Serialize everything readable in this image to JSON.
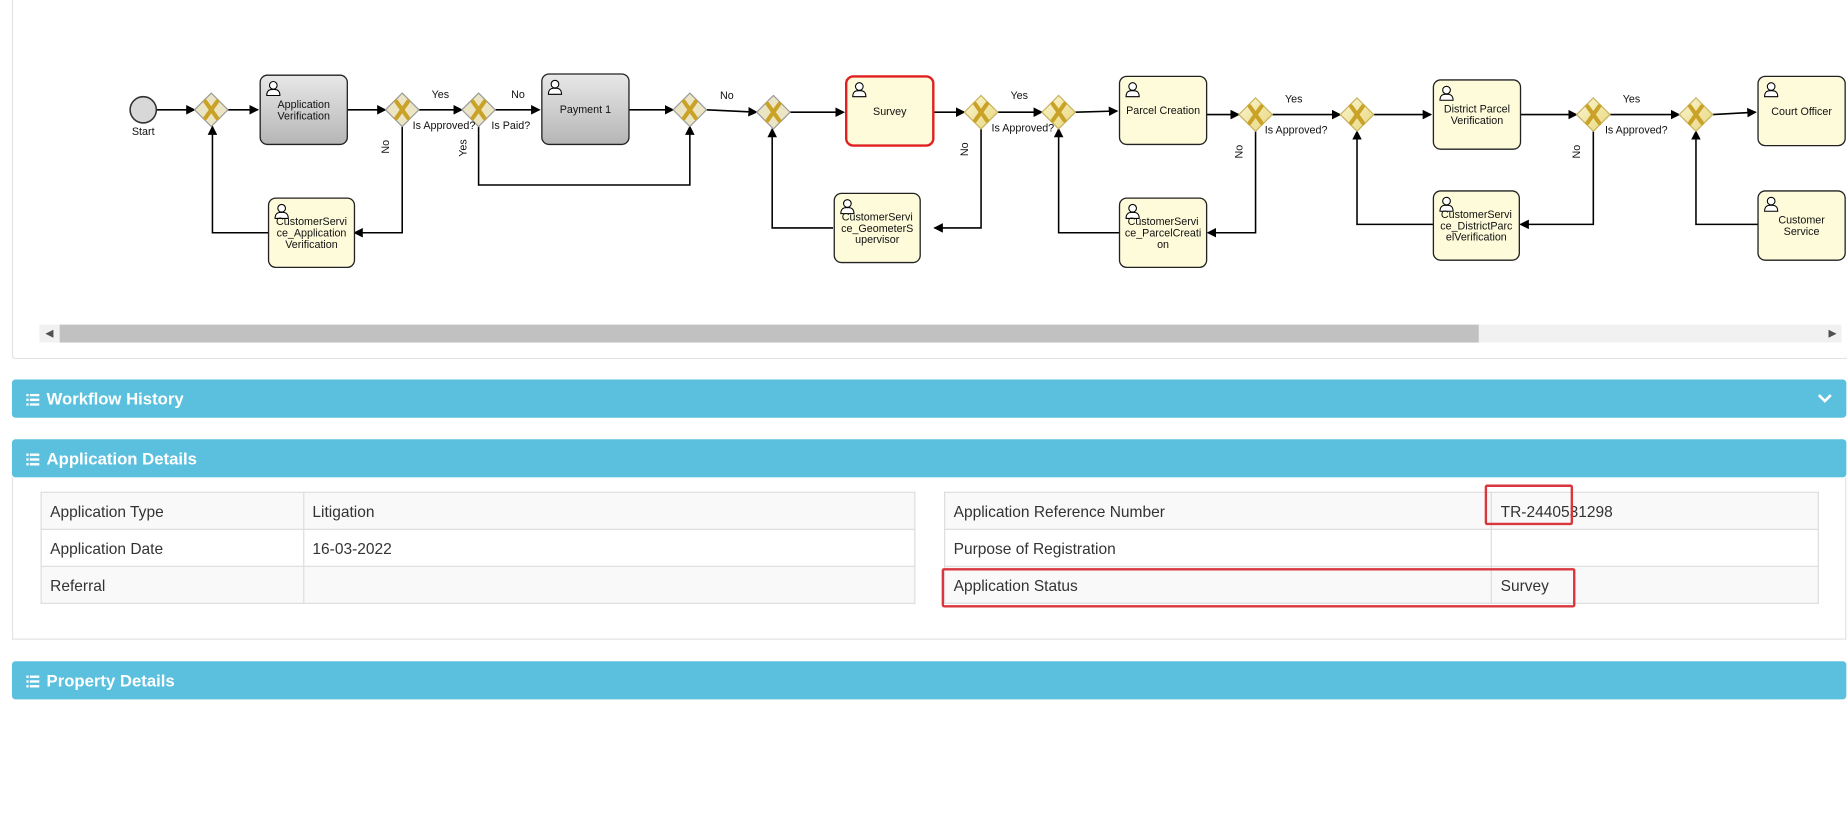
{
  "diagram": {
    "start_label": "Start",
    "tasks": {
      "app_verification": [
        "Application",
        "Verification"
      ],
      "payment": [
        "Payment 1"
      ],
      "survey": [
        "Survey"
      ],
      "parcel_creation": [
        "Parcel Creation"
      ],
      "district_verification": [
        "District Parcel",
        "Verification"
      ],
      "court_officer": [
        "Court Officer"
      ],
      "cs_app_verification": [
        "CustomerServi",
        "ce_Application",
        "Verification"
      ],
      "cs_geometer": [
        "CustomerServi",
        "ce_GeometerS",
        "upervisor"
      ],
      "cs_parcel": [
        "CustomerServi",
        "ce_ParcelCreati",
        "on"
      ],
      "cs_district": [
        "CustomerServi",
        "ce_DistrictParc",
        "elVerification"
      ],
      "customer_service": [
        "Customer",
        "Service"
      ]
    },
    "labels": {
      "yes": "Yes",
      "no": "No",
      "is_approved": "Is Approved?",
      "is_paid": "Is Paid?"
    },
    "colors": {
      "active_task_border": "#e02020",
      "gateway_fill": "#f4e9a6",
      "gateway_x": "#c9a227"
    }
  },
  "workflow_history": {
    "title": "Workflow History",
    "icon": "list-icon",
    "toggle_icon": "chevron-down-icon"
  },
  "application_details": {
    "title": "Application Details",
    "left_rows": [
      {
        "label": "Application Type",
        "value": "Litigation"
      },
      {
        "label": "Application Date",
        "value": "16-03-2022"
      },
      {
        "label": "Referral",
        "value": ""
      }
    ],
    "right_rows": [
      {
        "label": "Application Reference Number",
        "value": "TR-2440531298"
      },
      {
        "label": "Purpose of Registration",
        "value": ""
      },
      {
        "label": "Application Status",
        "value": "Survey"
      }
    ]
  },
  "property_details": {
    "title": "Property Details"
  },
  "colors": {
    "header_bg": "#5bc0de",
    "highlight": "#d9363e"
  }
}
